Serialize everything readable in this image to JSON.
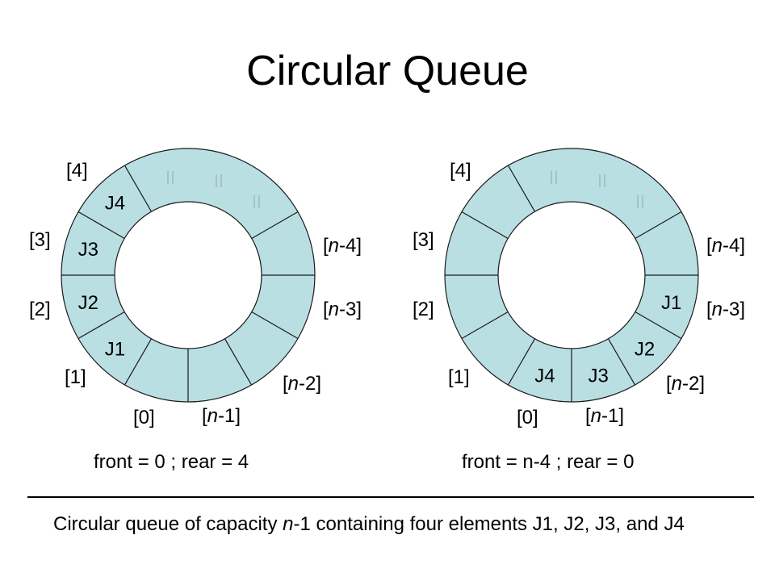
{
  "title": "Circular Queue",
  "colors": {
    "ring_fill": "#b9dfe3",
    "ring_stroke": "#1a1a1a",
    "ellipsis_mark": "#8aa7ab"
  },
  "queues": [
    {
      "id": "left",
      "status": "front = 0 ; rear = 4",
      "slot_labels": [
        {
          "idx": "[4]",
          "pre": "[",
          "n": "",
          "post": "4]"
        },
        {
          "idx": "[3]",
          "pre": "[",
          "n": "",
          "post": "3]"
        },
        {
          "idx": "[2]",
          "pre": "[",
          "n": "",
          "post": "2]"
        },
        {
          "idx": "[1]",
          "pre": "[",
          "n": "",
          "post": "1]"
        },
        {
          "idx": "[0]",
          "pre": "[",
          "n": "",
          "post": "0]"
        },
        {
          "idx": "[n-1]",
          "pre": "[",
          "n": "n",
          "post": "-1]"
        },
        {
          "idx": "[n-2]",
          "pre": "[",
          "n": "n",
          "post": "-2]"
        },
        {
          "idx": "[n-3]",
          "pre": "[",
          "n": "n",
          "post": "-3]"
        },
        {
          "idx": "[n-4]",
          "pre": "[",
          "n": "n",
          "post": "-4]"
        }
      ],
      "elements": [
        {
          "slot": "[4]",
          "value": "J4"
        },
        {
          "slot": "[3]",
          "value": "J3"
        },
        {
          "slot": "[2]",
          "value": "J2"
        },
        {
          "slot": "[1]",
          "value": "J1"
        }
      ]
    },
    {
      "id": "right",
      "status": "front = n-4 ; rear = 0",
      "slot_labels": [
        {
          "idx": "[4]",
          "pre": "[",
          "n": "",
          "post": "4]"
        },
        {
          "idx": "[3]",
          "pre": "[",
          "n": "",
          "post": "3]"
        },
        {
          "idx": "[2]",
          "pre": "[",
          "n": "",
          "post": "2]"
        },
        {
          "idx": "[1]",
          "pre": "[",
          "n": "",
          "post": "1]"
        },
        {
          "idx": "[0]",
          "pre": "[",
          "n": "",
          "post": "0]"
        },
        {
          "idx": "[n-1]",
          "pre": "[",
          "n": "n",
          "post": "-1]"
        },
        {
          "idx": "[n-2]",
          "pre": "[",
          "n": "n",
          "post": "-2]"
        },
        {
          "idx": "[n-3]",
          "pre": "[",
          "n": "n",
          "post": "-3]"
        },
        {
          "idx": "[n-4]",
          "pre": "[",
          "n": "n",
          "post": "-4]"
        }
      ],
      "elements": [
        {
          "slot": "[n-3]",
          "value": "J1"
        },
        {
          "slot": "[n-2]",
          "value": "J2"
        },
        {
          "slot": "[n-1]",
          "value": "J3"
        },
        {
          "slot": "[0]",
          "value": "J4"
        }
      ]
    }
  ],
  "caption": {
    "part1": "Circular queue of capacity ",
    "italic": "n",
    "part2": "-1 containing four elements J1, J2, J3, and J4"
  }
}
